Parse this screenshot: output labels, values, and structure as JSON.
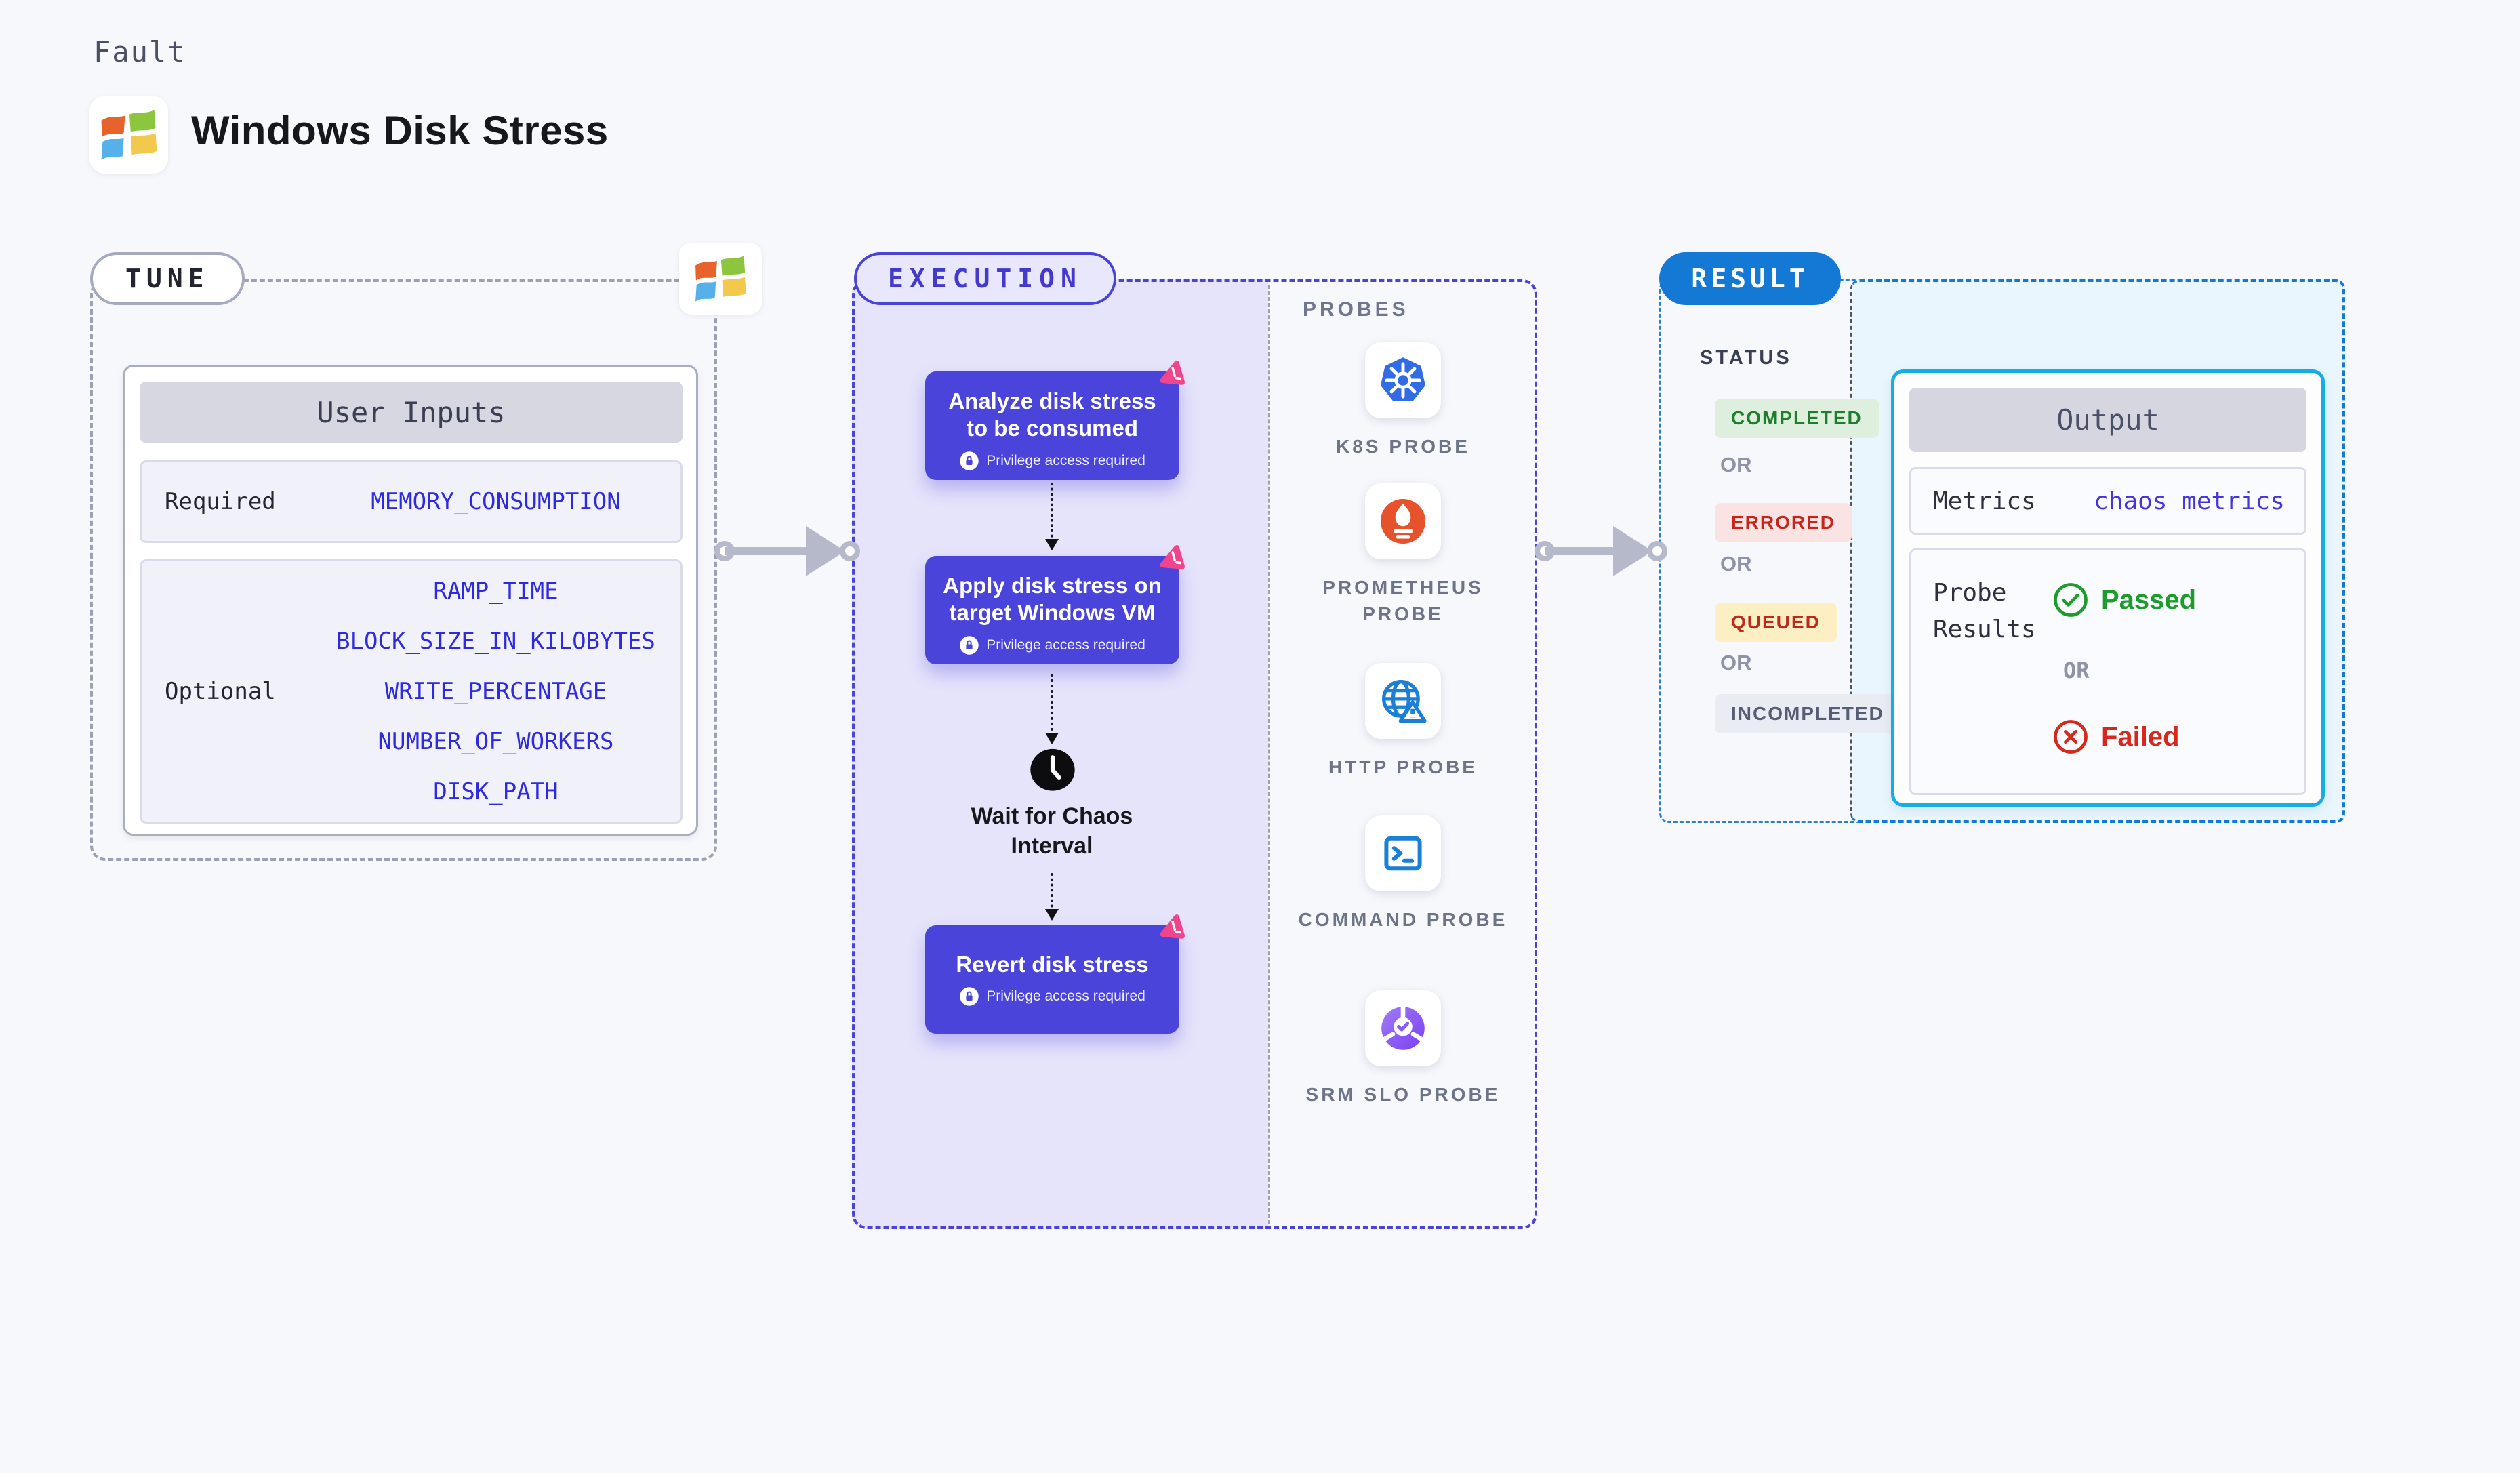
{
  "header": {
    "kicker": "Fault",
    "title": "Windows Disk Stress"
  },
  "tune": {
    "badge": "TUNE",
    "user_inputs": {
      "header": "User Inputs",
      "required_label": "Required",
      "required_values": [
        "MEMORY_CONSUMPTION"
      ],
      "optional_label": "Optional",
      "optional_values": [
        "RAMP_TIME",
        "BLOCK_SIZE_IN_KILOBYTES",
        "WRITE_PERCENTAGE",
        "NUMBER_OF_WORKERS",
        "DISK_PATH"
      ]
    }
  },
  "execution": {
    "badge": "EXECUTION",
    "steps": [
      {
        "title": "Analyze disk stress to be consumed",
        "badge": "Privilege access required"
      },
      {
        "title": "Apply disk stress on target Windows VM",
        "badge": "Privilege access required"
      },
      {
        "title": "Revert disk stress",
        "badge": "Privilege access required"
      }
    ],
    "wait_label": "Wait for Chaos Interval",
    "probes_header": "PROBES",
    "probes": [
      {
        "label": "K8S PROBE",
        "icon": "kubernetes-icon"
      },
      {
        "label": "PROMETHEUS PROBE",
        "icon": "prometheus-icon"
      },
      {
        "label": "HTTP PROBE",
        "icon": "http-globe-icon"
      },
      {
        "label": "COMMAND PROBE",
        "icon": "terminal-icon"
      },
      {
        "label": "SRM SLO PROBE",
        "icon": "srm-slo-icon"
      }
    ]
  },
  "result": {
    "badge": "RESULT",
    "status_header": "STATUS",
    "or_label": "OR",
    "statuses": [
      {
        "label": "COMPLETED",
        "type": "completed"
      },
      {
        "label": "ERRORED",
        "type": "errored"
      },
      {
        "label": "QUEUED",
        "type": "queued"
      },
      {
        "label": "INCOMPLETED",
        "type": "incompleted"
      }
    ],
    "output": {
      "header": "Output",
      "metrics_label": "Metrics",
      "metrics_value": "chaos metrics",
      "probe_results_label": "Probe Results",
      "passed_label": "Passed",
      "failed_label": "Failed"
    }
  },
  "colors": {
    "accent_indigo": "#4a44da",
    "lavender_panel": "#e6e4fb",
    "result_blue": "#1379d4",
    "cyan_panel": "#e9f6fd",
    "output_border": "#14aee6",
    "value_blue": "#2f2ae0",
    "passed_green": "#1d9c2d",
    "failed_red": "#d6281c",
    "chaos_pink": "#f0448c",
    "arrow_gray": "#b5b9c9",
    "kubernetes_blue": "#326ce5",
    "prometheus_orange": "#e6522c",
    "probe_icon_blue": "#1b7fd6"
  }
}
